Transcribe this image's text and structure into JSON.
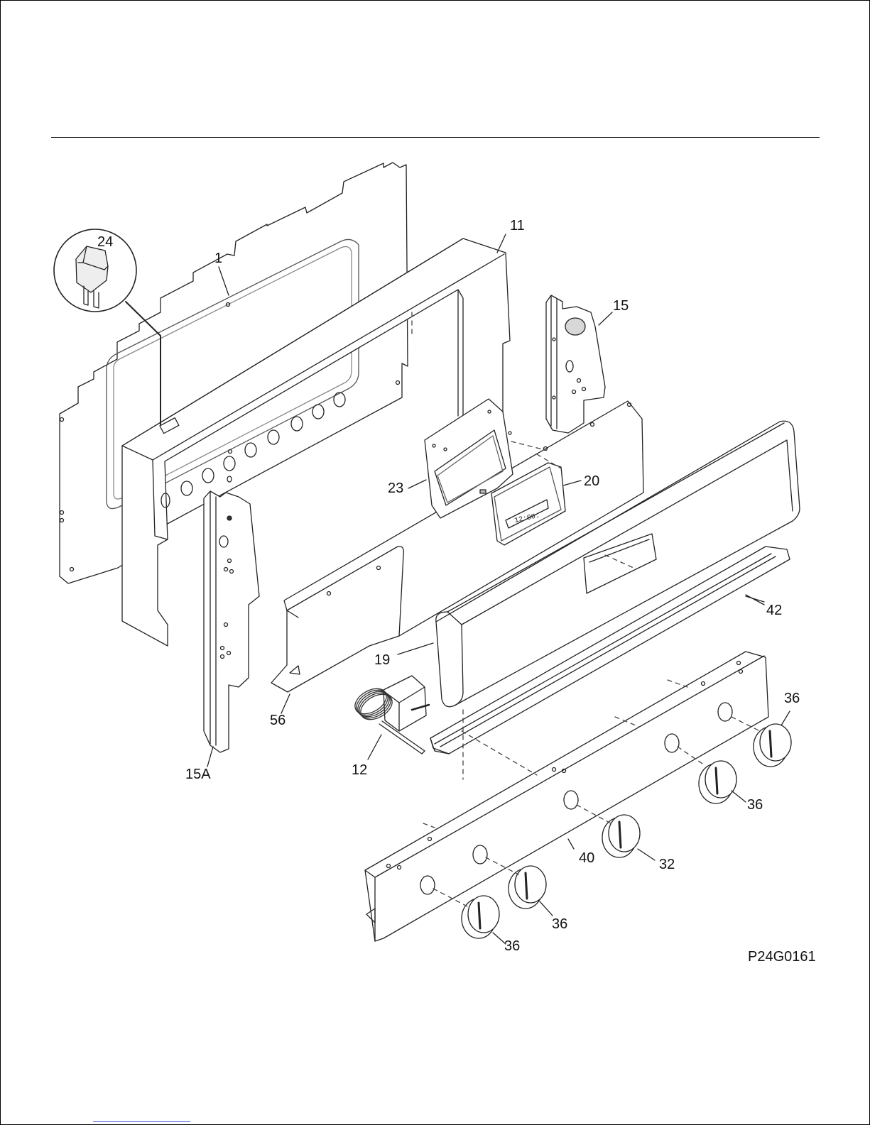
{
  "diagram": {
    "code": "P24G0161",
    "callouts": {
      "c1": "1",
      "c11": "11",
      "c12": "12",
      "c15": "15",
      "c15a": "15A",
      "c19": "19",
      "c20": "20",
      "c23": "23",
      "c24": "24",
      "c32": "32",
      "c36a": "36",
      "c36b": "36",
      "c36c": "36",
      "c36d": "36",
      "c40": "40",
      "c42": "42",
      "c56": "56"
    },
    "clock_display": "12:00."
  }
}
